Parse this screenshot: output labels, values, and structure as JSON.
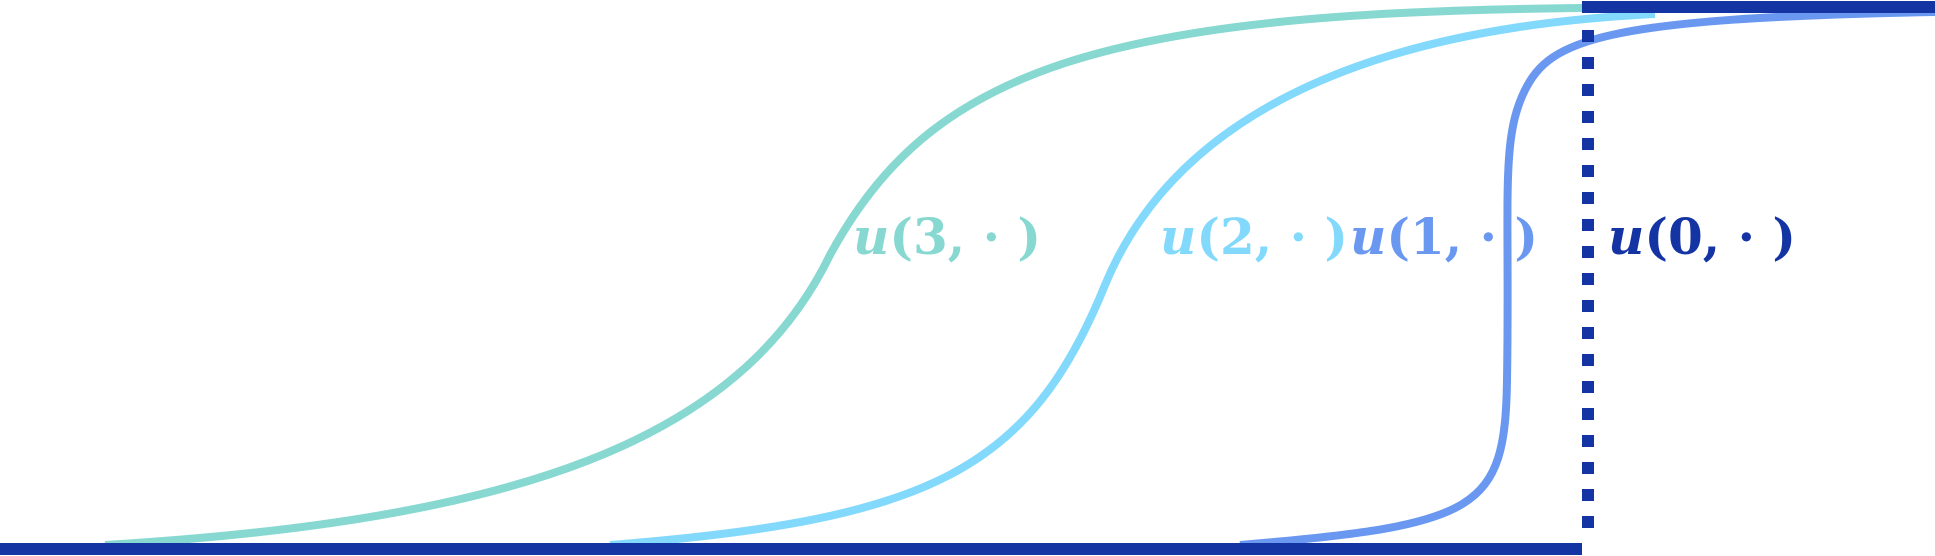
{
  "colors": {
    "u0": "#1434a4",
    "u1": "#6a98f0",
    "u2": "#82d9fc",
    "u3": "#86d8d0"
  },
  "labels": {
    "u3": {
      "fn": "u",
      "args": "(3, · )"
    },
    "u2": {
      "fn": "u",
      "args": "(2, · )"
    },
    "u1": {
      "fn": "u",
      "args": "(1, · )"
    },
    "u0": {
      "fn": "u",
      "args": "(0, · )"
    }
  }
}
